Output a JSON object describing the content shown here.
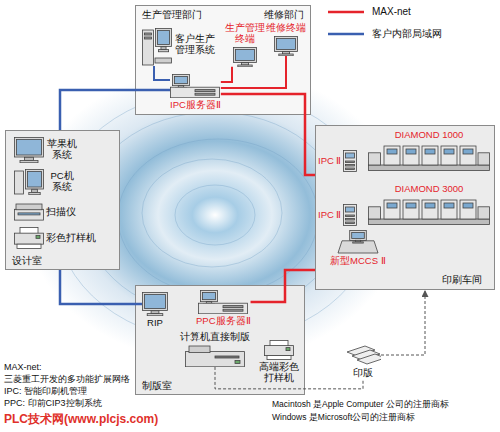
{
  "diagram": {
    "nodes": [
      {
        "text": [
          "生产管理部门",
          "维修部门"
        ]
      },
      {
        "text": [
          "客户生产管理系统"
        ],
        "in": 0
      },
      {
        "text": [
          "生产管理终端"
        ],
        "in": 0
      },
      {
        "text": [
          "维修终端"
        ],
        "in": 0
      },
      {
        "text": [
          "IPC服务器Ⅱ"
        ],
        "in": 0
      },
      {
        "text": [
          "设计室"
        ]
      },
      {
        "text": [
          "苹果机系统"
        ],
        "in": 5
      },
      {
        "text": [
          "PC机系统"
        ],
        "in": 5
      },
      {
        "text": [
          "扫描仪"
        ],
        "in": 5
      },
      {
        "text": [
          "彩色打样机"
        ],
        "in": 5
      },
      {
        "text": [
          "印刷车间"
        ]
      },
      {
        "text": [
          "IPC Ⅱ"
        ],
        "in": 10
      },
      {
        "text": [
          "DIAMOND 1000"
        ],
        "in": 10
      },
      {
        "text": [
          "IPC Ⅱ"
        ],
        "in": 10
      },
      {
        "text": [
          "DIAMOND 3000"
        ],
        "in": 10
      },
      {
        "text": [
          "新型MCCS Ⅱ"
        ],
        "in": 10
      },
      {
        "text": [
          "制版室"
        ]
      },
      {
        "text": [
          "RIP"
        ],
        "in": 16
      },
      {
        "text": [
          "PPC服务器Ⅱ"
        ],
        "in": 16
      },
      {
        "text": [
          "计算机直接制版"
        ],
        "in": 16
      },
      {
        "text": [
          "高端彩色打样机"
        ],
        "in": 16
      },
      {
        "text": [
          "印版"
        ]
      }
    ],
    "edges": [
      {
        "from": 4,
        "to": 5,
        "arrow": "none"
      },
      {
        "from": 5,
        "to": 17,
        "arrow": "none"
      },
      {
        "from": 4,
        "to": 10,
        "arrow": "none"
      },
      {
        "from": 10,
        "to": 18,
        "arrow": "none"
      },
      {
        "from": 1,
        "to": 4,
        "arrow": "none"
      },
      {
        "from": 2,
        "to": 4,
        "arrow": "none"
      },
      {
        "from": 3,
        "to": 4,
        "arrow": "none"
      },
      {
        "from": 19,
        "to": 21,
        "arrow": "none"
      },
      {
        "from": 21,
        "to": 10,
        "arrow": "to"
      }
    ],
    "labels": [
      "MAX-net:",
      "三菱重工开发的多功能扩展网络",
      "IPC: 智能印刷机管理",
      "PPC: 印前CIP3控制系统",
      "PLC技术网(www.plcjs.com)",
      "Macintosh 是Apple Computer 公司的注册商标",
      "Windows 是Microsoft公司的注册商标"
    ],
    "legend": [
      {
        "text": "MAX-net"
      },
      {
        "text": "客户内部局域网"
      }
    ]
  }
}
